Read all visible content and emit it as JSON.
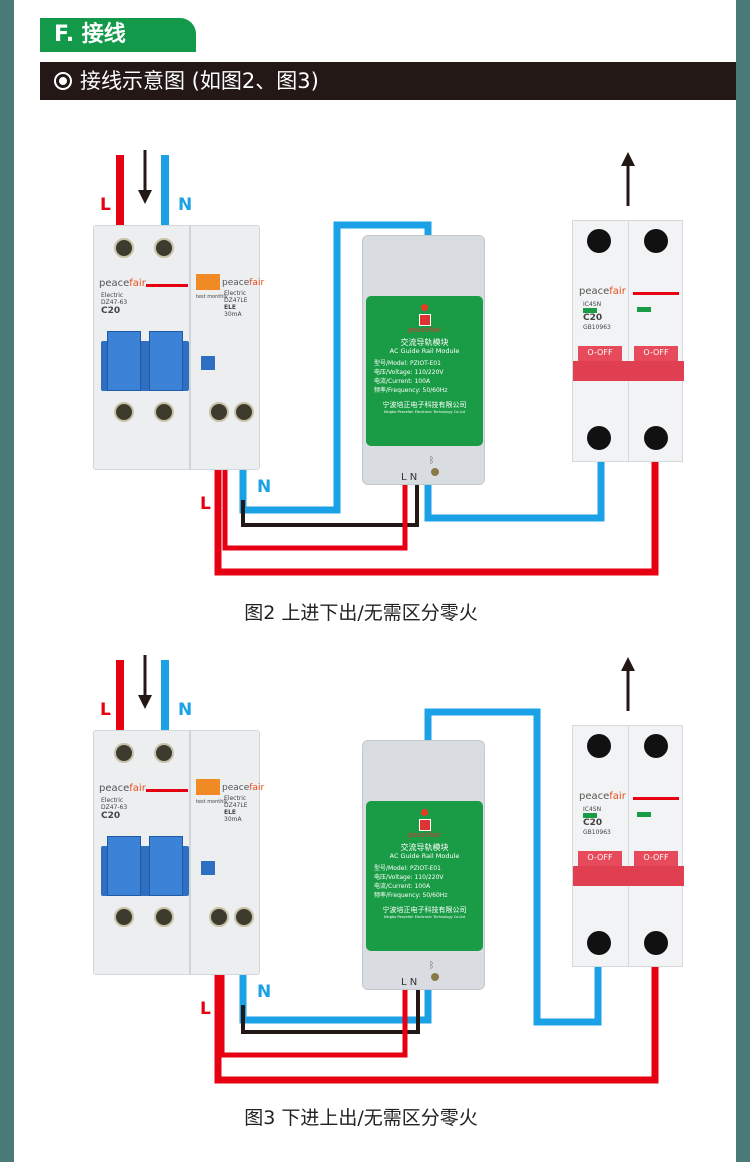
{
  "section_tab": "F. 接线",
  "section_title": "接线示意图 (如图2、图3)",
  "colors": {
    "border": "#4b7b79",
    "accent_green": "#12994a",
    "title_bar": "#231815",
    "live_wire": "#e60012",
    "neutral_wire": "#1ba1e6",
    "aux_wire": "#231815"
  },
  "labels": {
    "live": "L",
    "neutral": "N"
  },
  "rcbo": {
    "brand_a": "peace",
    "brand_b": "fair",
    "left_sub": "Electric",
    "left_model": "DZ47-63",
    "left_rating": "C20",
    "right_sub": "Electric",
    "right_model": "DZ47LE",
    "right_type": "ELE",
    "right_current": "30mA",
    "test_label": "test monthly"
  },
  "module": {
    "name_cn": "交流导轨模块",
    "name_en": "AC Guide Rail Module",
    "model": "型号/Model: PZIOT-E01",
    "voltage": "电压/Voltage: 110/220V",
    "current": "电流/Current: 100A",
    "frequency": "频率/Frequency: 50/60Hz",
    "maker_cn": "宁波培正电子科技有限公司",
    "maker_en": "Ningbo Peacefair Electronic Technology Co.Ltd",
    "terminals": "L N",
    "bluetooth_icon": "bluetooth-icon"
  },
  "mcb": {
    "model": "IC4SN",
    "rating": "C20",
    "standard": "GB10963",
    "handle_left": "O-OFF",
    "handle_right": "O-OFF"
  },
  "figures": [
    {
      "caption": "图2 上进下出/无需区分零火"
    },
    {
      "caption": "图3 下进上出/无需区分零火"
    }
  ]
}
